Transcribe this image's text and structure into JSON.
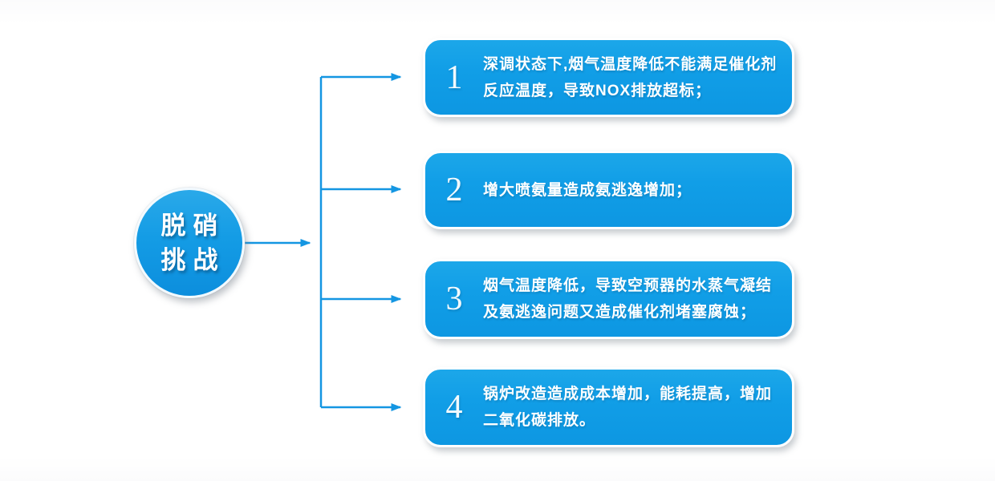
{
  "diagram": {
    "hub": {
      "title_line1": "脱硝",
      "title_line2": "挑战"
    },
    "items": [
      {
        "number": "1",
        "text": "深调状态下,烟气温度降低不能满足催化剂反应温度，导致NOX排放超标；"
      },
      {
        "number": "2",
        "text": "增大喷氨量造成氨逃逸增加；"
      },
      {
        "number": "3",
        "text": "烟气温度降低，导致空预器的水蒸气凝结及氨逃逸问题又造成催化剂堵塞腐蚀；"
      },
      {
        "number": "4",
        "text": "锅炉改造造成成本增加，能耗提高，增加二氧化碳排放。"
      }
    ],
    "colors": {
      "shape_blue": "#119ee7",
      "shape_blue_light": "#1ca7e9",
      "shape_blue_dark": "#0d97e2",
      "connector_blue": "#1496e2",
      "text_white": "#ffffff"
    }
  }
}
